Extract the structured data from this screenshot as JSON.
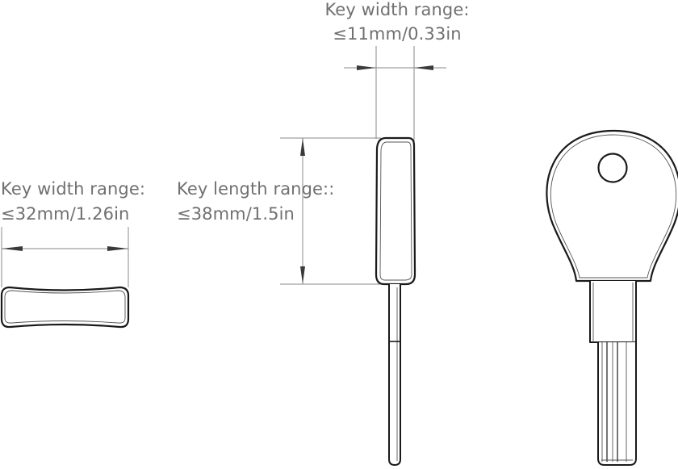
{
  "labels": {
    "top_width_title": "Key width range:",
    "top_width_value": "≤11mm/0.33in",
    "left_width_title": "Key width range:",
    "left_width_value": "≤32mm/1.26in",
    "length_title": "Key length range::",
    "length_value": "≤38mm/1.5in"
  },
  "colors": {
    "outline": "#1a1a1a",
    "dimension_line": "#8a8a8a",
    "text": "#707070"
  }
}
